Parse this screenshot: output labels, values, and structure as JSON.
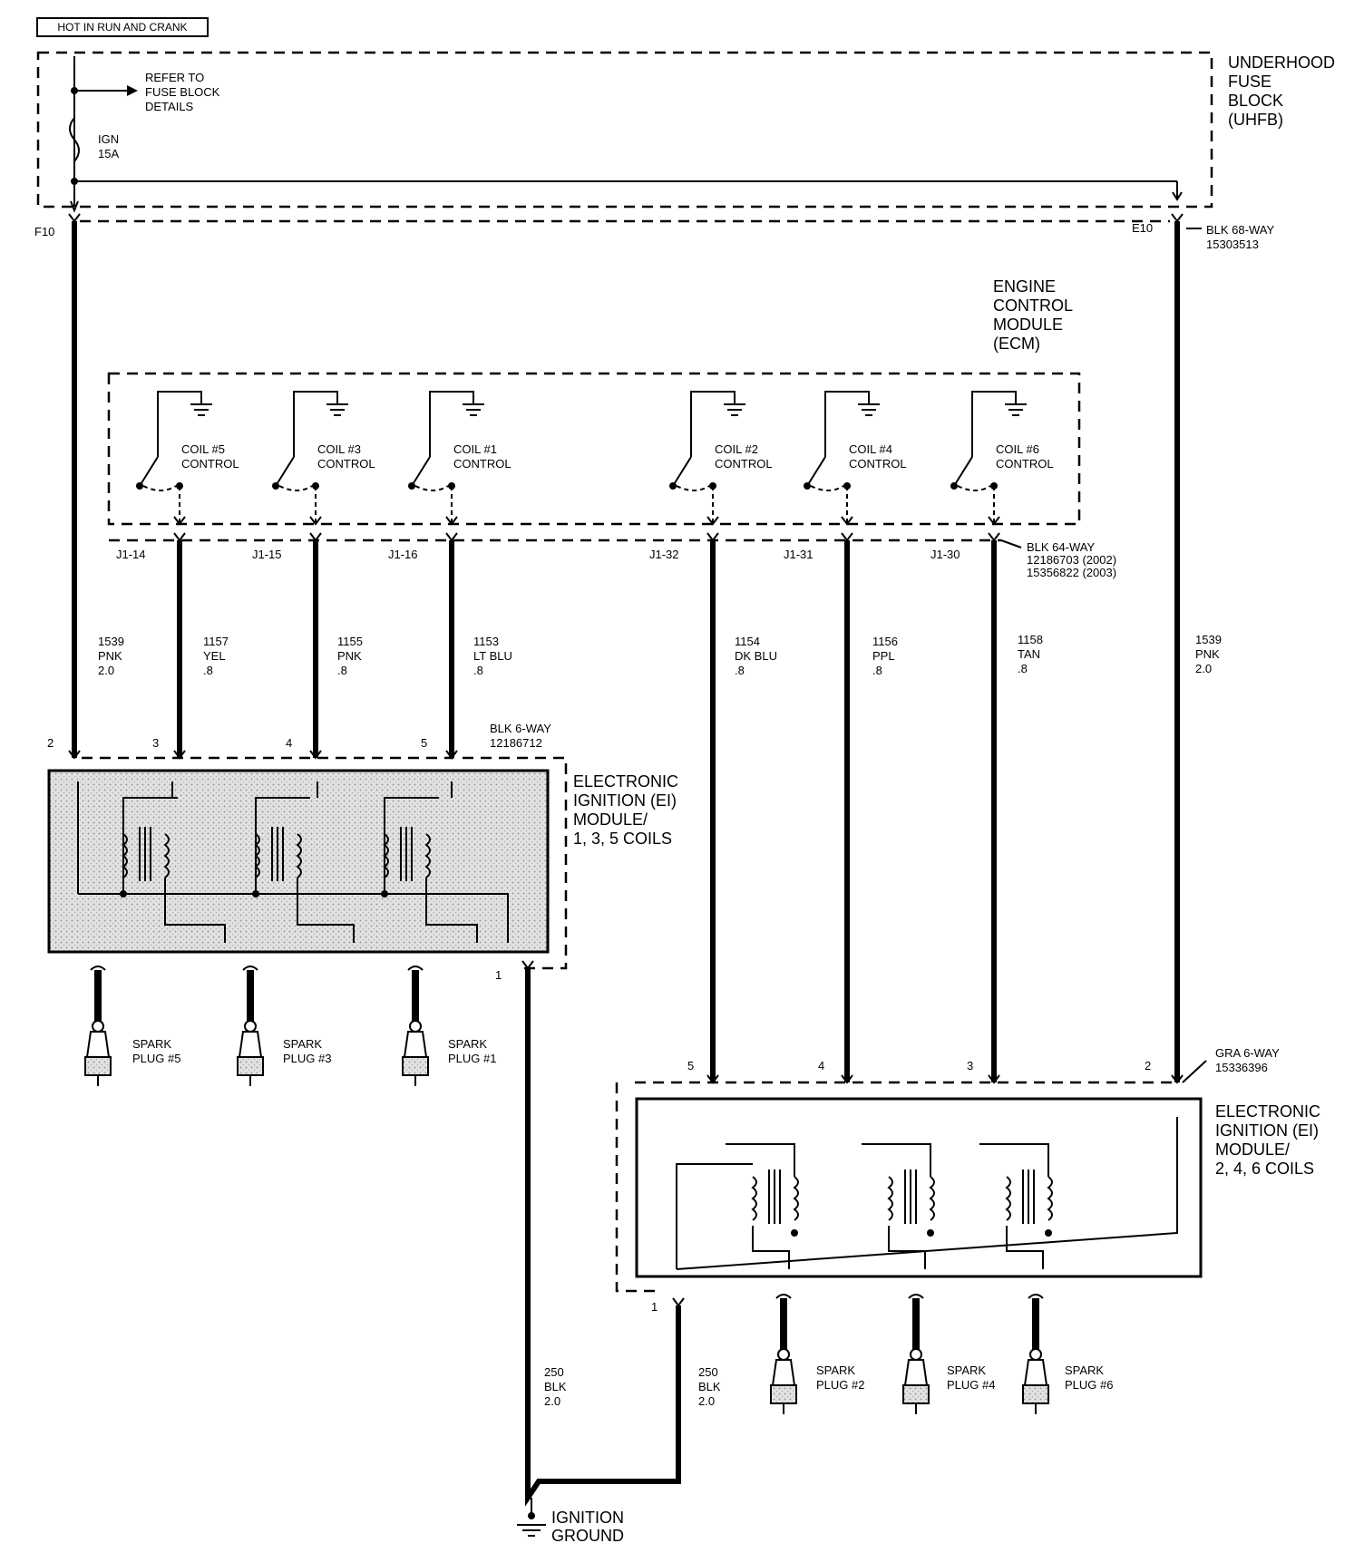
{
  "header": {
    "power_label": "HOT IN RUN AND CRANK"
  },
  "uhfb": {
    "name": [
      "UNDERHOOD",
      "FUSE",
      "BLOCK",
      "(UHFB)"
    ],
    "refer": [
      "REFER TO",
      "FUSE BLOCK",
      "DETAILS"
    ],
    "fuse": [
      "IGN",
      "15A"
    ],
    "term_left": "F10",
    "term_right": "E10",
    "connector": [
      "BLK 68-WAY",
      "15303513"
    ]
  },
  "ecm": {
    "name": [
      "ENGINE",
      "CONTROL",
      "MODULE",
      "(ECM)"
    ],
    "connector": [
      "BLK 64-WAY",
      "12186703 (2002)",
      "15356822 (2003)"
    ],
    "switches": [
      {
        "label": [
          "COIL #5",
          "CONTROL"
        ],
        "pin": "J1-14"
      },
      {
        "label": [
          "COIL #3",
          "CONTROL"
        ],
        "pin": "J1-15"
      },
      {
        "label": [
          "COIL #1",
          "CONTROL"
        ],
        "pin": "J1-16"
      },
      {
        "label": [
          "COIL #2",
          "CONTROL"
        ],
        "pin": "J1-32"
      },
      {
        "label": [
          "COIL #4",
          "CONTROL"
        ],
        "pin": "J1-31"
      },
      {
        "label": [
          "COIL #6",
          "CONTROL"
        ],
        "pin": "J1-30"
      }
    ]
  },
  "wires": [
    {
      "circuit": "1539",
      "color": "PNK",
      "gauge": "2.0"
    },
    {
      "circuit": "1157",
      "color": "YEL",
      "gauge": ".8"
    },
    {
      "circuit": "1155",
      "color": "PNK",
      "gauge": ".8"
    },
    {
      "circuit": "1153",
      "color": "LT BLU",
      "gauge": ".8"
    },
    {
      "circuit": "1154",
      "color": "DK BLU",
      "gauge": ".8"
    },
    {
      "circuit": "1156",
      "color": "PPL",
      "gauge": ".8"
    },
    {
      "circuit": "1158",
      "color": "TAN",
      "gauge": ".8"
    },
    {
      "circuit": "1539",
      "color": "PNK",
      "gauge": "2.0"
    },
    {
      "circuit": "250",
      "color": "BLK",
      "gauge": "2.0"
    },
    {
      "circuit": "250",
      "color": "BLK",
      "gauge": "2.0"
    }
  ],
  "ei_135": {
    "name": [
      "ELECTRONIC",
      "IGNITION (EI)",
      "MODULE/",
      "1, 3, 5 COILS"
    ],
    "connector": [
      "BLK 6-WAY",
      "12186712"
    ],
    "pins": [
      "2",
      "3",
      "4",
      "5",
      "1"
    ],
    "plugs": [
      [
        "SPARK",
        "PLUG #5"
      ],
      [
        "SPARK",
        "PLUG #3"
      ],
      [
        "SPARK",
        "PLUG #1"
      ]
    ]
  },
  "ei_246": {
    "name": [
      "ELECTRONIC",
      "IGNITION (EI)",
      "MODULE/",
      "2, 4, 6 COILS"
    ],
    "connector": [
      "GRA 6-WAY",
      "15336396"
    ],
    "pins": [
      "5",
      "4",
      "3",
      "2",
      "1"
    ],
    "plugs": [
      [
        "SPARK",
        "PLUG #2"
      ],
      [
        "SPARK",
        "PLUG #4"
      ],
      [
        "SPARK",
        "PLUG #6"
      ]
    ]
  },
  "ground": {
    "label": [
      "IGNITION",
      "GROUND"
    ]
  }
}
